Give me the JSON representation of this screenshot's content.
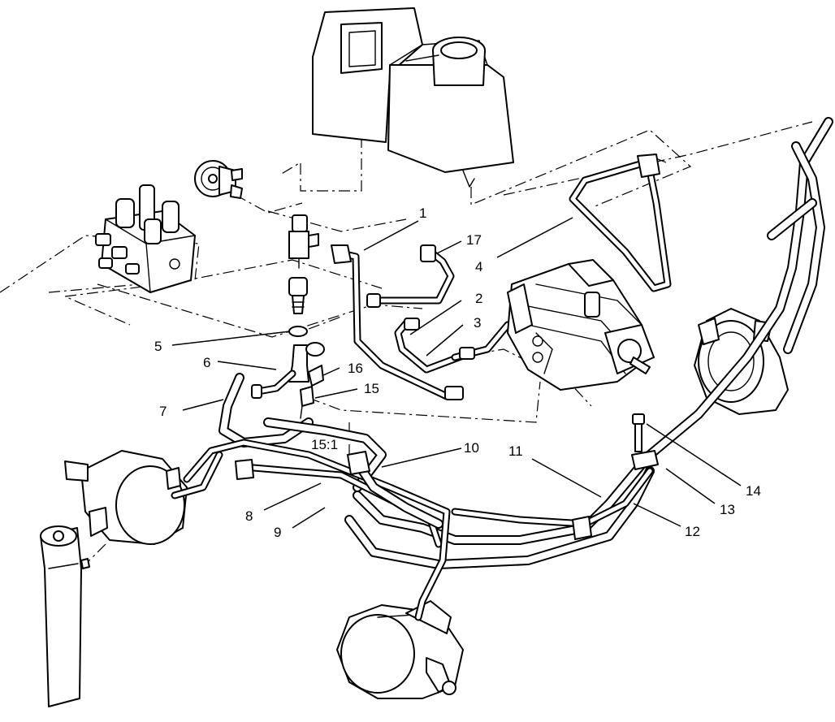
{
  "callouts": {
    "c1": "1",
    "c2": "2",
    "c3": "3",
    "c4": "4",
    "c5": "5",
    "c6": "6",
    "c7": "7",
    "c8": "8",
    "c9": "9",
    "c10": "10",
    "c11": "11",
    "c12": "12",
    "c13": "13",
    "c14": "14",
    "c15": "15",
    "c16": "16",
    "c17": "17",
    "ratio": "15:1"
  }
}
